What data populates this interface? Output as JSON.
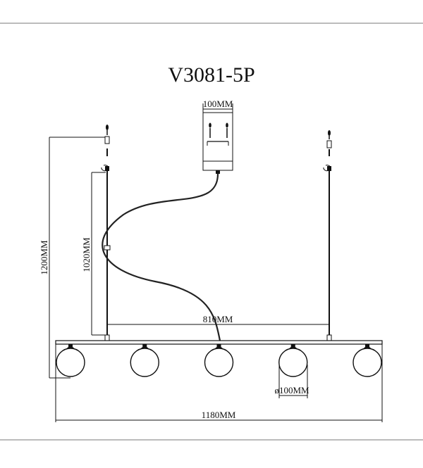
{
  "drawing": {
    "model": "V3081-5P",
    "canopy_width": "100MM",
    "overall_height": "1200MM",
    "rod_height": "1020MM",
    "rod_spacing": "810MM",
    "shade_diameter": "ø100MM",
    "bar_length": "1180MM",
    "shade_count": 5
  }
}
